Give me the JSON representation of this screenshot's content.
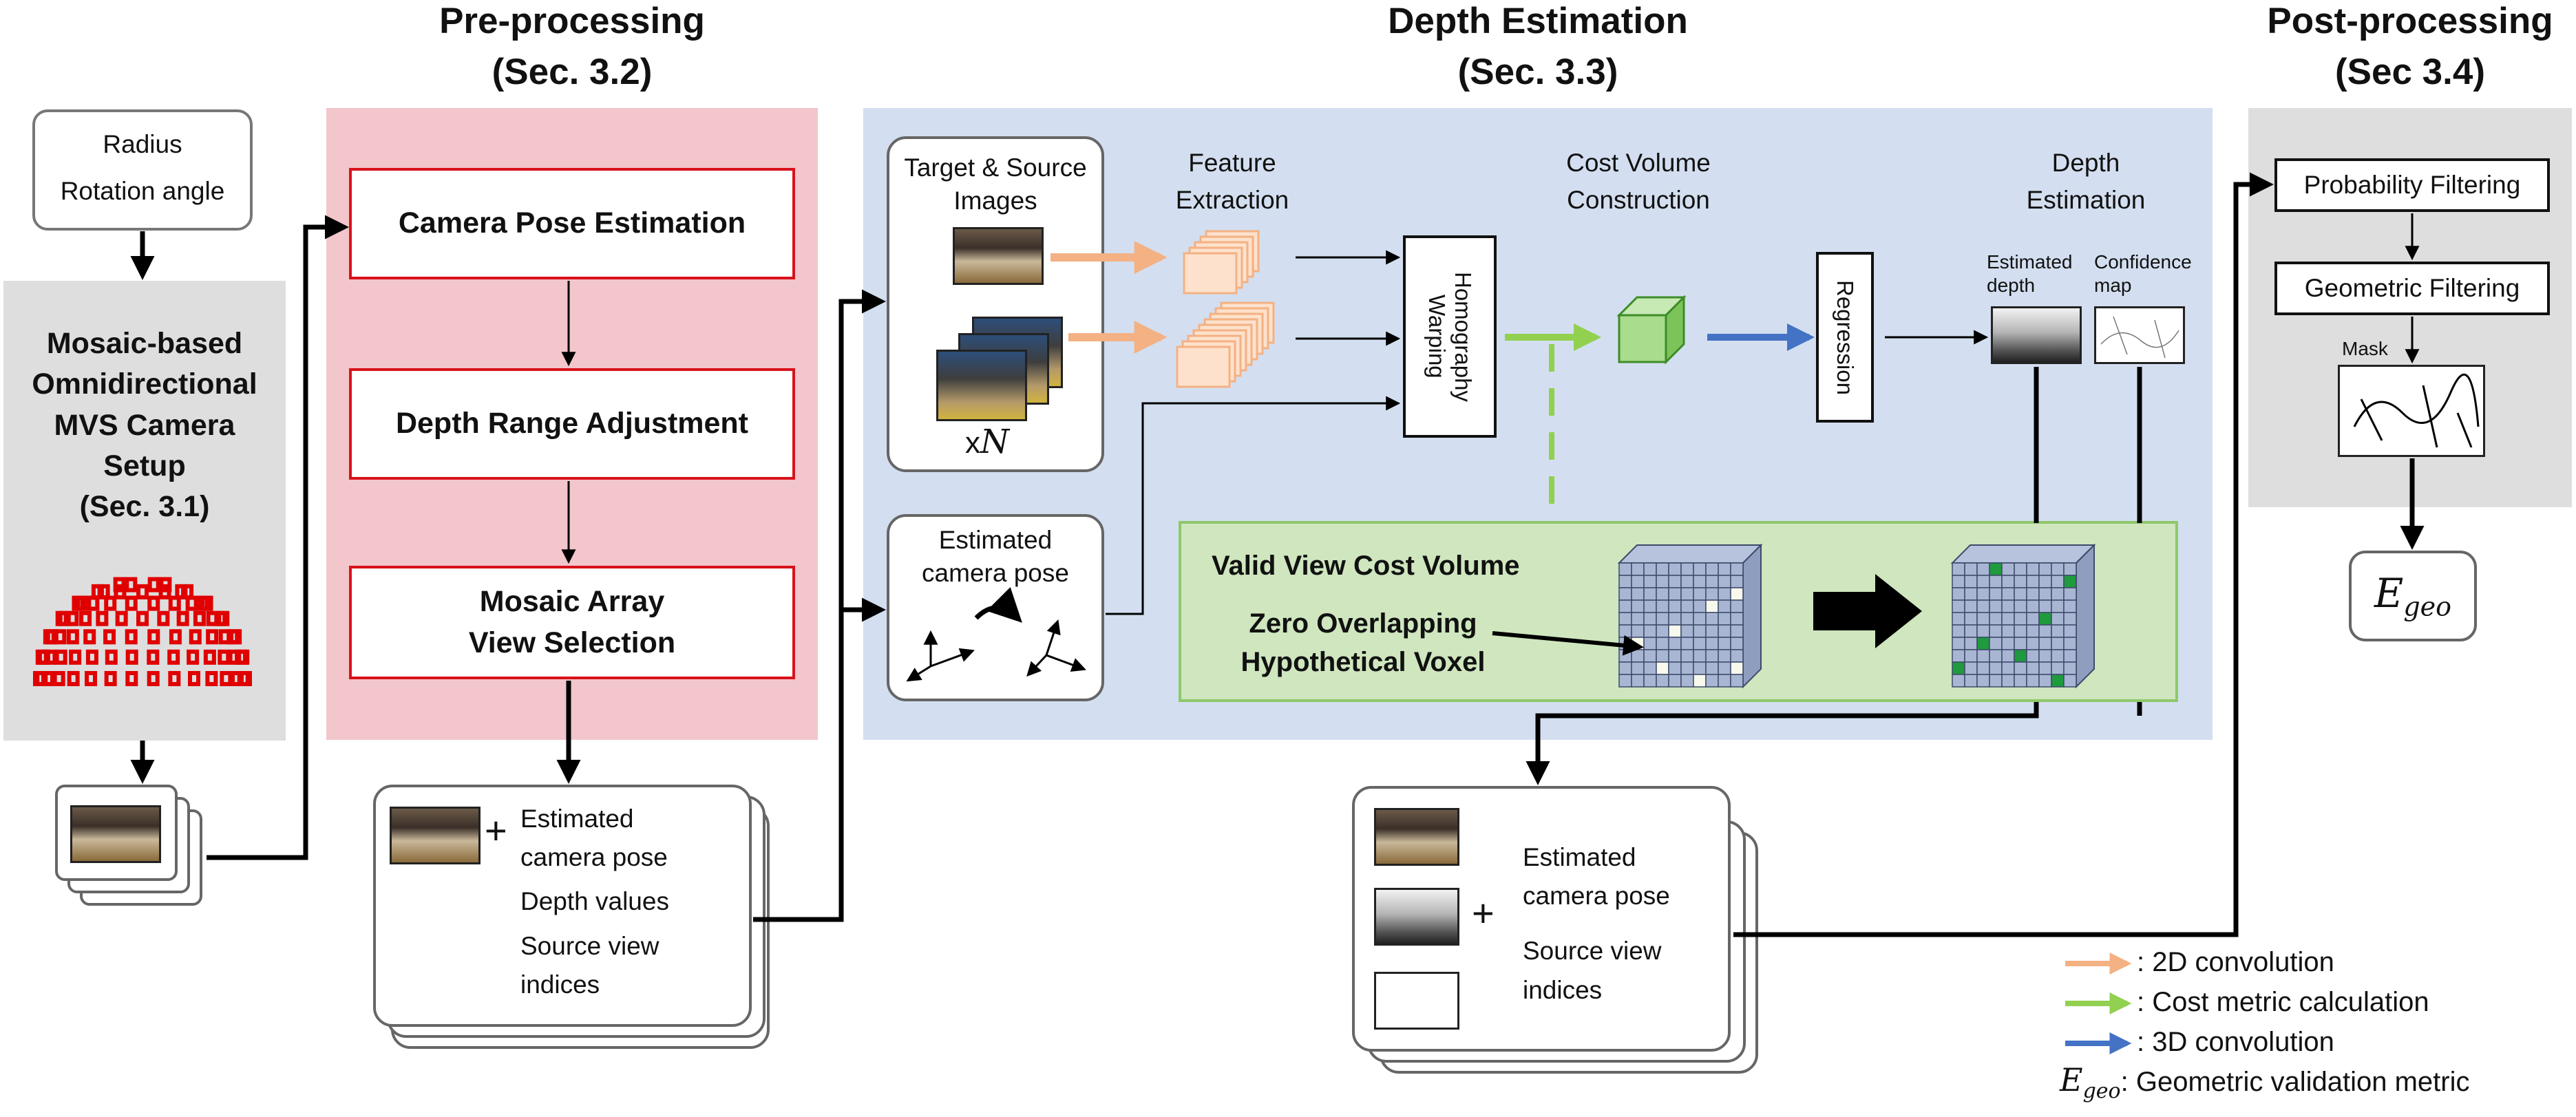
{
  "sections": {
    "pre": {
      "title": "Pre-processing",
      "ref": "(Sec. 3.2)"
    },
    "depth": {
      "title": "Depth Estimation",
      "ref": "(Sec. 3.3)"
    },
    "post": {
      "title": "Post-processing",
      "ref": "(Sec 3.4)"
    }
  },
  "input_box": {
    "line1": "Radius",
    "line2": "Rotation angle"
  },
  "camera_setup": {
    "line1": "Mosaic-based",
    "line2": "Omnidirectional",
    "line3": "MVS Camera",
    "line4": "Setup",
    "line5": "(Sec. 3.1)"
  },
  "pre_steps": {
    "step1": "Camera Pose Estimation",
    "step2": "Depth Range Adjustment",
    "step3_line1": "Mosaic Array",
    "step3_line2": "View Selection"
  },
  "pre_output": {
    "plus": "+",
    "line1": "Estimated",
    "line2": "camera pose",
    "line3": "Depth values",
    "line4": "Source view",
    "line5": "indices"
  },
  "depth_panel": {
    "target_source_line1": "Target & Source",
    "target_source_line2": "Images",
    "multiplier": "x",
    "multiplier_var": "N",
    "estimated_pose_line1": "Estimated",
    "estimated_pose_line2": "camera pose",
    "feature_line1": "Feature",
    "feature_line2": "Extraction",
    "cost_volume_line1": "Cost Volume",
    "cost_volume_line2": "Construction",
    "depth_est_line1": "Depth",
    "depth_est_line2": "Estimation",
    "homography_line1": "Homography",
    "homography_line2": "Warping",
    "regression": "Regression",
    "estimated_depth_line1": "Estimated",
    "estimated_depth_line2": "depth",
    "confidence_line1": "Confidence",
    "confidence_line2": "map",
    "valid_view_title": "Valid View Cost Volume",
    "zero_overlap_line1": "Zero Overlapping",
    "zero_overlap_line2": "Hypothetical Voxel"
  },
  "depth_output": {
    "plus": "+",
    "line1": "Estimated",
    "line2": "camera pose",
    "line3": "Source view",
    "line4": "indices"
  },
  "post_steps": {
    "probability": "Probability Filtering",
    "geometric": "Geometric Filtering",
    "mask": "Mask",
    "egeo_base": "E",
    "egeo_sub": "geo"
  },
  "legend": {
    "conv2d": ": 2D convolution",
    "cost_metric": ": Cost metric calculation",
    "conv3d": ": 3D convolution",
    "egeo_base": "E",
    "egeo_sub": "geo",
    "egeo_desc": ": Geometric validation metric"
  },
  "colors": {
    "red_border": "#d8121b",
    "red_panel": "#f2c6cb",
    "blue_panel": "#d3dff0",
    "green_panel": "#cfe6bf",
    "gray_panel": "#dedede",
    "arrow_2d": "#f4b183",
    "arrow_cost": "#92d050",
    "arrow_3d": "#4472c4",
    "voxel_green": "#1f9a3c"
  }
}
